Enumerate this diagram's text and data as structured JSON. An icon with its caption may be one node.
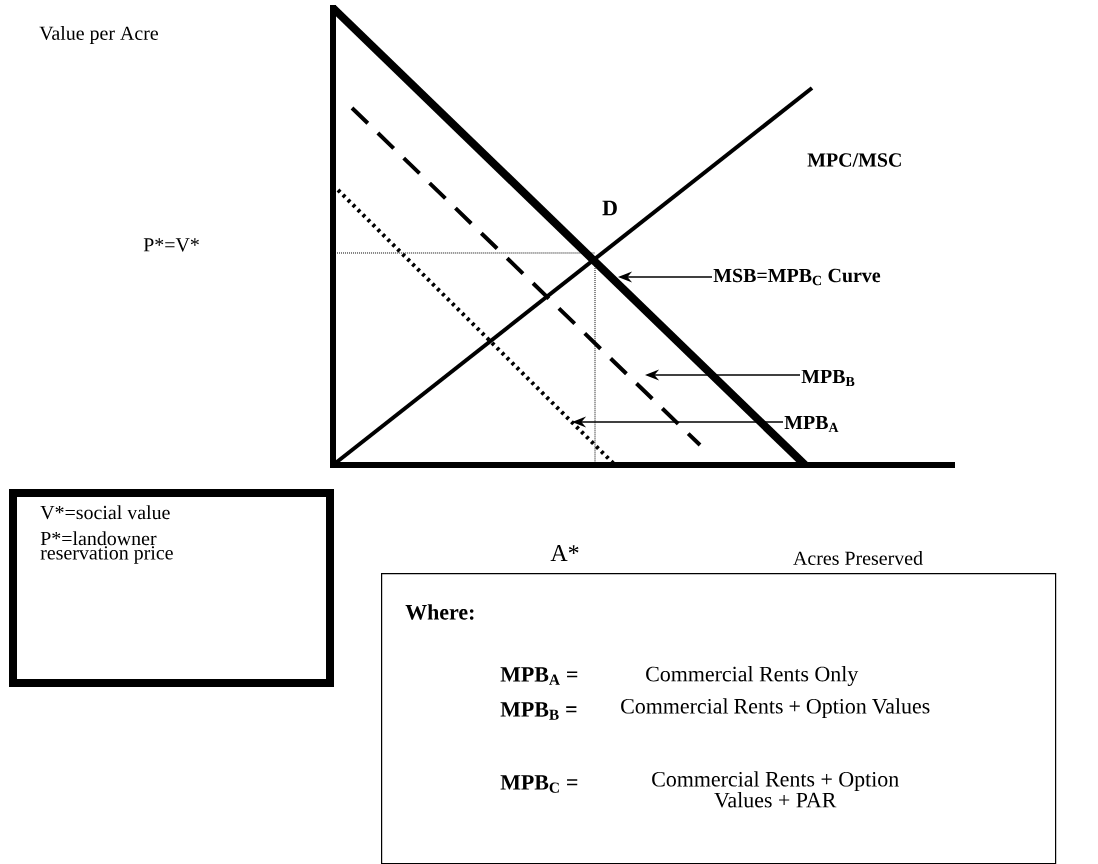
{
  "diagram": {
    "nodes": [
      {
        "text": [
          "V*=social value",
          "P*=landowner reservation price"
        ]
      },
      {
        "text": [
          "Where:",
          "MPB$_{A}$ =",
          "Commercial Rents Only",
          "MPB$_{B}$ =",
          "Commercial Rents + Option Values",
          "MPB$_{C}$ =",
          "Commercial Rents + Option Values + PAR"
        ]
      },
      {
        "text": [
          "MSB=MPB$_{C}$ Curve"
        ]
      },
      {
        "text": [
          "MPB$_{B}$"
        ]
      },
      {
        "text": [
          "MPB$_{A}$"
        ]
      }
    ],
    "edges": [
      {
        "from": 2,
        "to": null,
        "arrow": "to"
      },
      {
        "from": 3,
        "to": null,
        "arrow": "to"
      },
      {
        "from": 4,
        "to": null,
        "arrow": "to"
      }
    ],
    "labels": [
      "Value per Acre",
      "P*=V*",
      "D",
      "MPC/MSC",
      "A*",
      "Acres Preserved"
    ]
  }
}
